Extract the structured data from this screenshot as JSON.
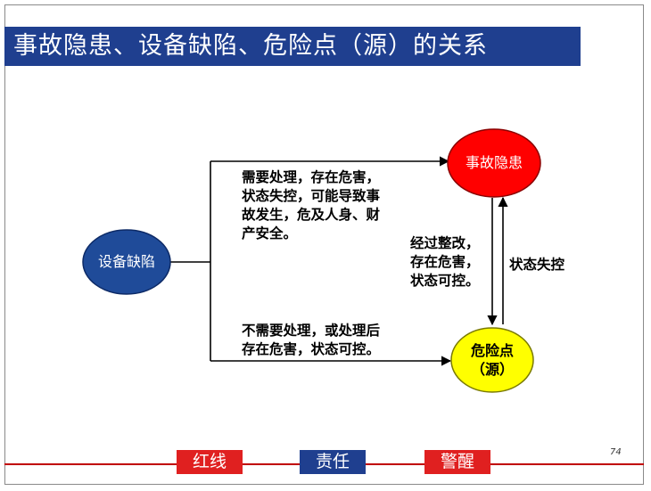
{
  "title": "事故隐患、设备缺陷、危险点（源）的关系",
  "nodes": {
    "defect": "设备缺陷",
    "hazard": "事故隐患",
    "danger_line1": "危险点",
    "danger_line2": "（源）"
  },
  "notes": {
    "upper": [
      "需要处理，存在危害，",
      "状态失控，可能导致事",
      "故发生，危及人身、财",
      "产安全。"
    ],
    "lower": [
      "不需要处理，或处理后",
      "存在危害，状态可控。"
    ],
    "down": [
      "经过整改，",
      "存在危害，",
      "状态可控。"
    ],
    "up": "状态失控"
  },
  "footer": {
    "tags": [
      {
        "label": "红线",
        "color": "#e02020"
      },
      {
        "label": "责任",
        "color": "#1f3f8f"
      },
      {
        "label": "警醒",
        "color": "#e02020"
      }
    ],
    "page_number": "74"
  },
  "colors": {
    "title_bg": "#1f3f8f",
    "defect_node": "#1f4b99",
    "hazard_node": "#ff0000",
    "danger_node": "#ffff00",
    "footer_line": "#c00000"
  }
}
